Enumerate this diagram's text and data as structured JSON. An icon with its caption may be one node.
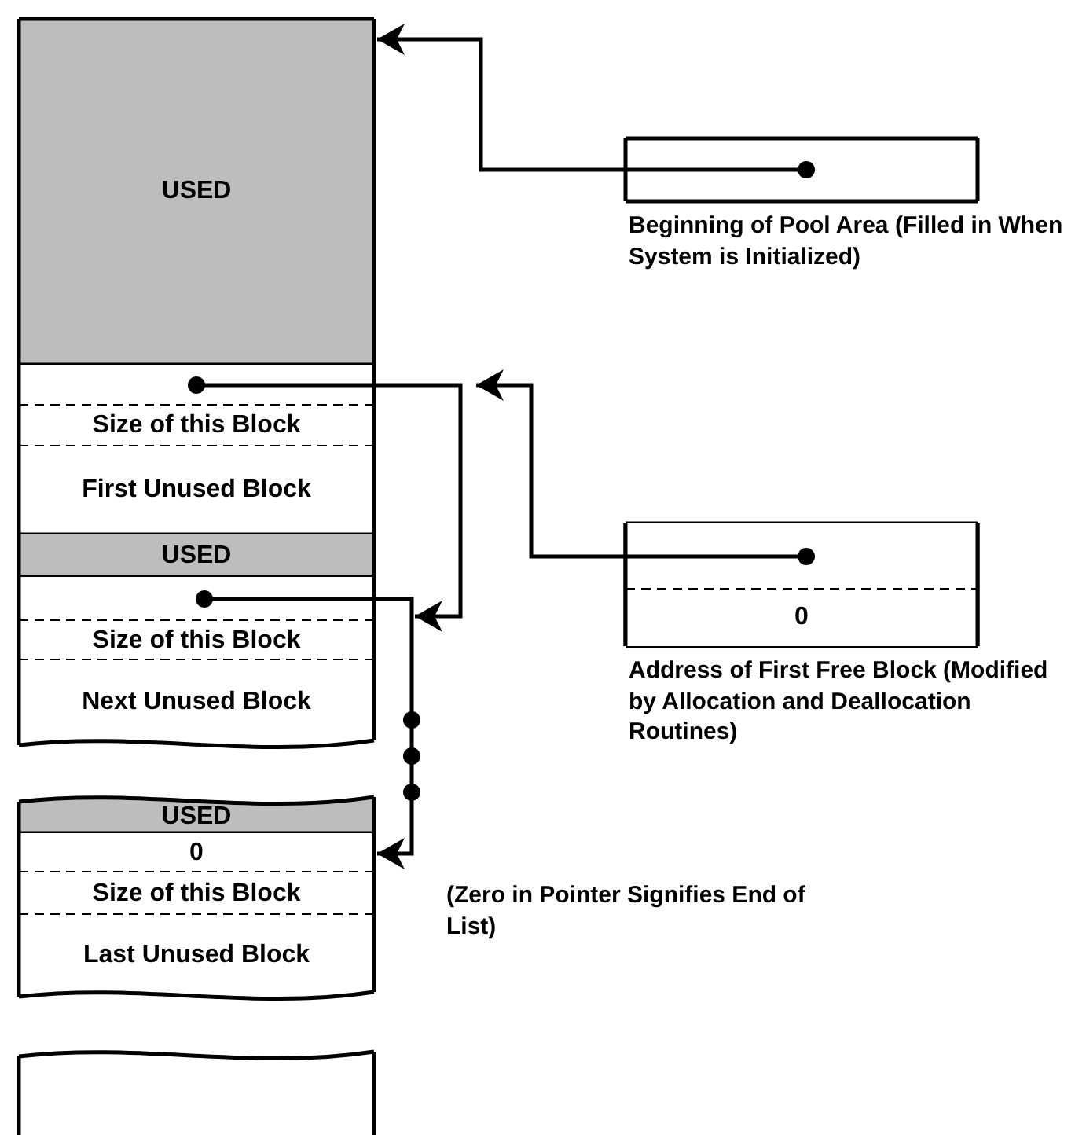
{
  "diagram": {
    "nodes": [
      {
        "text": [
          "USED"
        ]
      },
      {
        "text": [],
        "shape": "box"
      },
      {
        "text": [
          "Size of this Block"
        ]
      },
      {
        "text": [
          "First Unused Block"
        ]
      },
      {
        "text": [
          "USED"
        ]
      },
      {
        "text": [],
        "shape": "box"
      },
      {
        "text": [
          "Size of this Block"
        ]
      },
      {
        "text": [
          "Next Unused Block"
        ]
      },
      {
        "text": [
          "USED"
        ]
      },
      {
        "text": [
          "0"
        ]
      },
      {
        "text": [
          "Size of this Block"
        ]
      },
      {
        "text": [
          "Last Unused Block"
        ]
      },
      {
        "text": [],
        "shape": "box"
      },
      {
        "text": [
          "Beginning of Pool Area (Filled in When System is Initialized)"
        ]
      },
      {
        "text": [
          "Address of First Free Block (Modified by Allocation and Deallocation Routines)"
        ]
      },
      {
        "text": [],
        "shape": "box",
        "in": 14
      },
      {
        "text": [
          "0"
        ],
        "in": 14
      }
    ],
    "edges": [
      {
        "from": 13,
        "to": 0,
        "arrow": "to"
      },
      {
        "from": 15,
        "to": 1,
        "arrow": "to"
      },
      {
        "from": 1,
        "to": 5,
        "arrow": "to"
      },
      {
        "from": 5,
        "to": 9,
        "arrow": "to"
      }
    ],
    "labels": [
      "(Zero in Pointer Signifies End of List)"
    ]
  }
}
